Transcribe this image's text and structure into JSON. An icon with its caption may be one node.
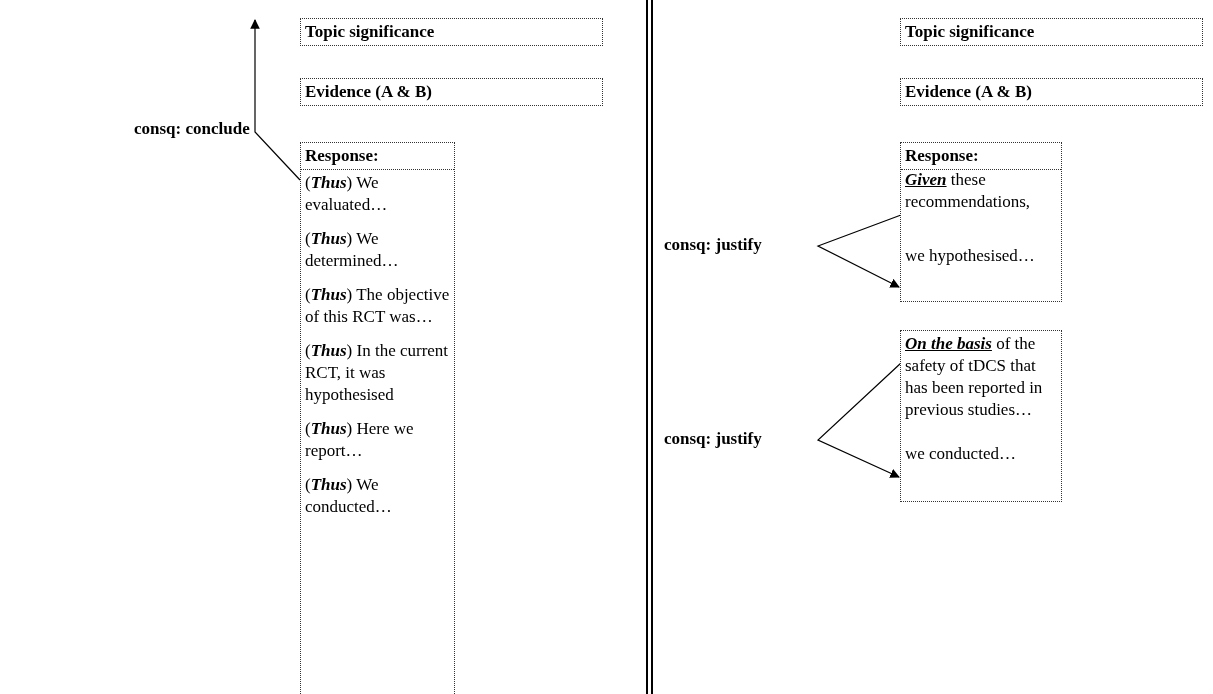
{
  "diagram": {
    "nodes": [
      {
        "text": [
          "Topic significance"
        ]
      },
      {
        "text": [
          "Evidence (A & B)"
        ]
      },
      {
        "text": [
          "Response:",
          "(**Thus**) We evaluated…",
          "(**Thus**) We determined…",
          "(**Thus**) The objective of this RCT was…",
          "(**Thus**) In the current RCT, it was hypothesised",
          "(**Thus**) Here we report…",
          "(**Thus**) We conducted…"
        ]
      },
      {
        "text": [
          "Topic significance"
        ]
      },
      {
        "text": [
          "Evidence (A & B)"
        ]
      },
      {
        "text": [
          "Response:"
        ]
      },
      {
        "text": [
          "**Given** these recommendations,"
        ],
        "in": 5
      },
      {
        "text": [
          "we hypothesised…"
        ],
        "in": 5
      },
      {
        "text": [],
        "shape": "box"
      },
      {
        "text": [
          "**On the basis** of the safety of tDCS that has been reported in previous studies…"
        ],
        "in": 8
      },
      {
        "text": [
          "we conducted…"
        ],
        "in": 8
      }
    ],
    "edges": [
      {
        "from": 2,
        "to": null,
        "arrow": "to",
        "label": "consq: conclude"
      },
      {
        "from": 6,
        "to": 7,
        "arrow": "to",
        "label": "consq: justify"
      },
      {
        "from": 9,
        "to": 10,
        "arrow": "to",
        "label": "consq: justify"
      }
    ]
  }
}
